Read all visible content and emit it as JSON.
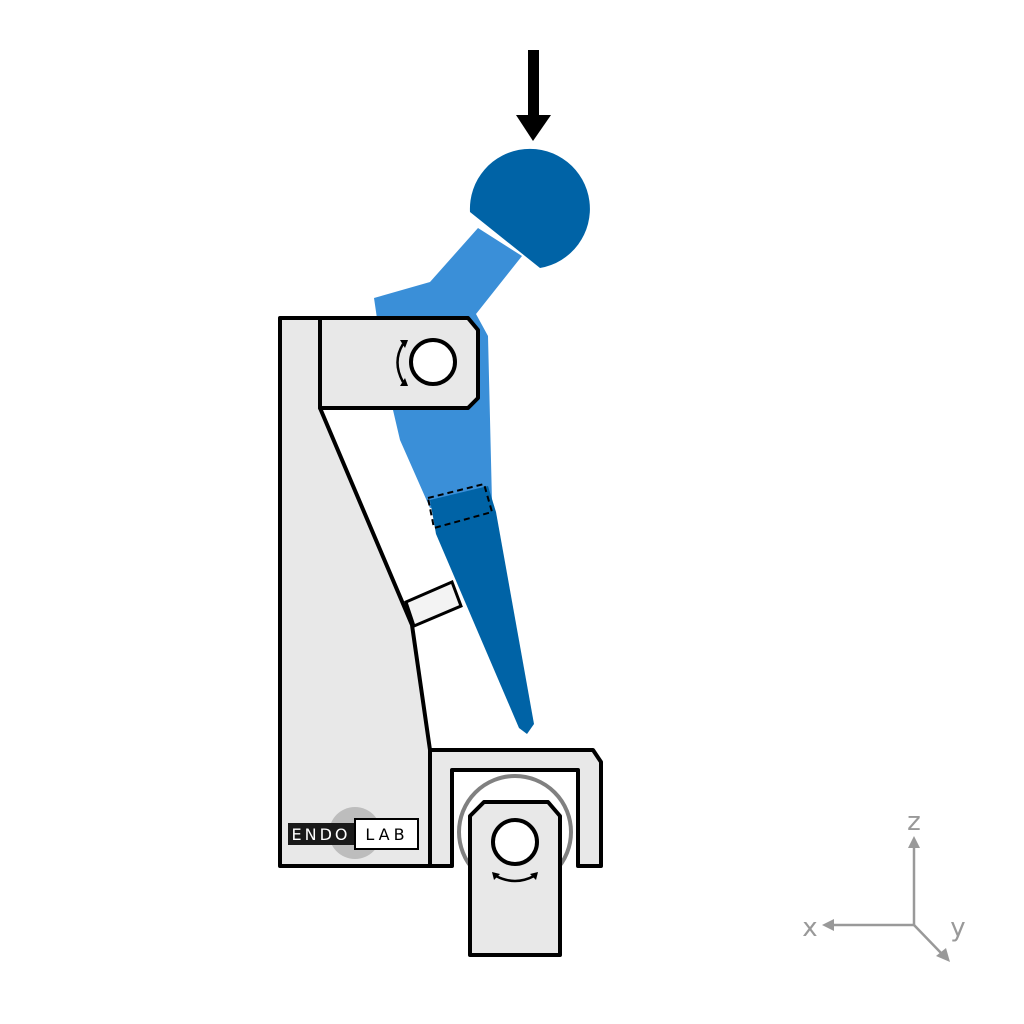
{
  "logo": {
    "left": "ENDO",
    "right": "LAB"
  },
  "axes": {
    "z": "z",
    "x": "x",
    "y": "y"
  },
  "colors": {
    "head": "#0063a6",
    "stem": "#3a8fd8",
    "fixture": "#e8e8e8",
    "outline": "#000000",
    "ring": "#808080",
    "axis": "#999999"
  },
  "icons": [
    "load-arrow-icon",
    "rotation-arrow-icon"
  ]
}
